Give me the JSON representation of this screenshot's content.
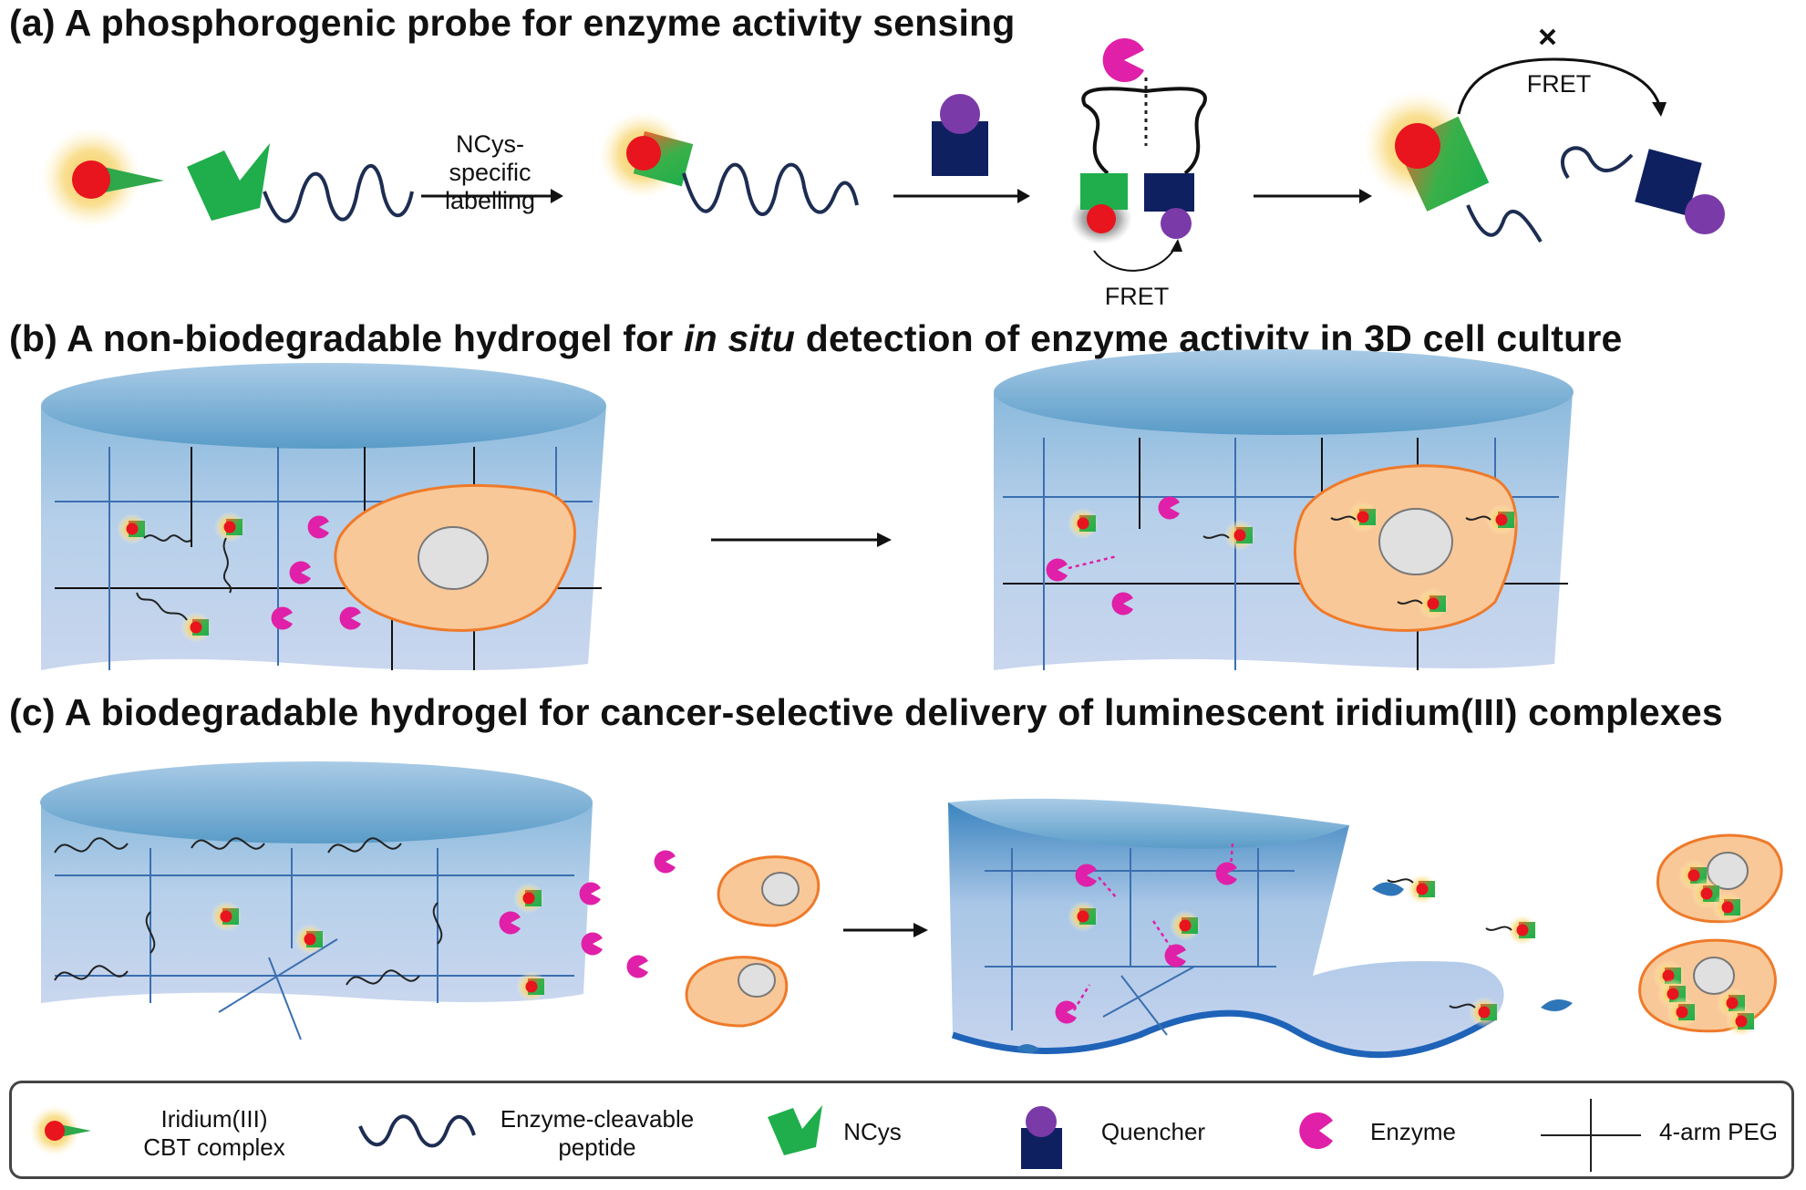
{
  "titles": {
    "a": "(a) A phosphorogenic probe for enzyme activity sensing",
    "b_pre": "(b) A non-biodegradable hydrogel for ",
    "b_em": "in situ",
    "b_post": " detection of enzyme activity in 3D cell culture",
    "c": "(c) A biodegradable hydrogel for cancer-selective delivery of luminescent iridium(III) complexes"
  },
  "panel_a": {
    "arrow_label_line1": "NCys-specific",
    "arrow_label_line2": "labelling",
    "fret_bottom": "FRET",
    "fret_top": "FRET"
  },
  "legend": {
    "iridium_line1": "Iridium(III)",
    "iridium_line2": "CBT complex",
    "peptide_line1": "Enzyme-cleavable",
    "peptide_line2": "peptide",
    "ncys": "NCys",
    "quencher": "Quencher",
    "enzyme": "Enzyme",
    "peg": "4-arm PEG"
  },
  "colors": {
    "iridium_red": "#e8141e",
    "glow": "#f5c542",
    "ncys_green": "#1fae4b",
    "peptide_navy": "#1d2d52",
    "quencher_navy": "#0f2060",
    "quencher_purple": "#7a3aa8",
    "enzyme_magenta": "#e020a8",
    "cell_orange": "#f9c898",
    "cell_border": "#ee7a2a",
    "hydrogel_top": "#7fb4d8",
    "hydrogel_body": "#b8cfe8"
  }
}
